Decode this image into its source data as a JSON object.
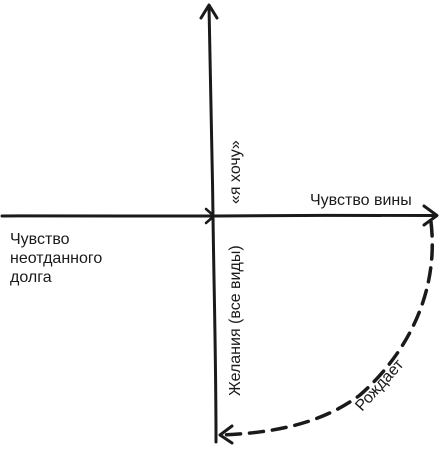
{
  "labels": {
    "right_axis": "Чувство вины",
    "left_axis_line1": "Чувство",
    "left_axis_line2": "неотданного",
    "left_axis_line3": "долга",
    "up_axis": "«я хочу»",
    "down_axis": "Желания (все виды)",
    "dashed_arc": "Рождает"
  },
  "colors": {
    "ink": "#1a1a1a",
    "background": "#ffffff"
  }
}
